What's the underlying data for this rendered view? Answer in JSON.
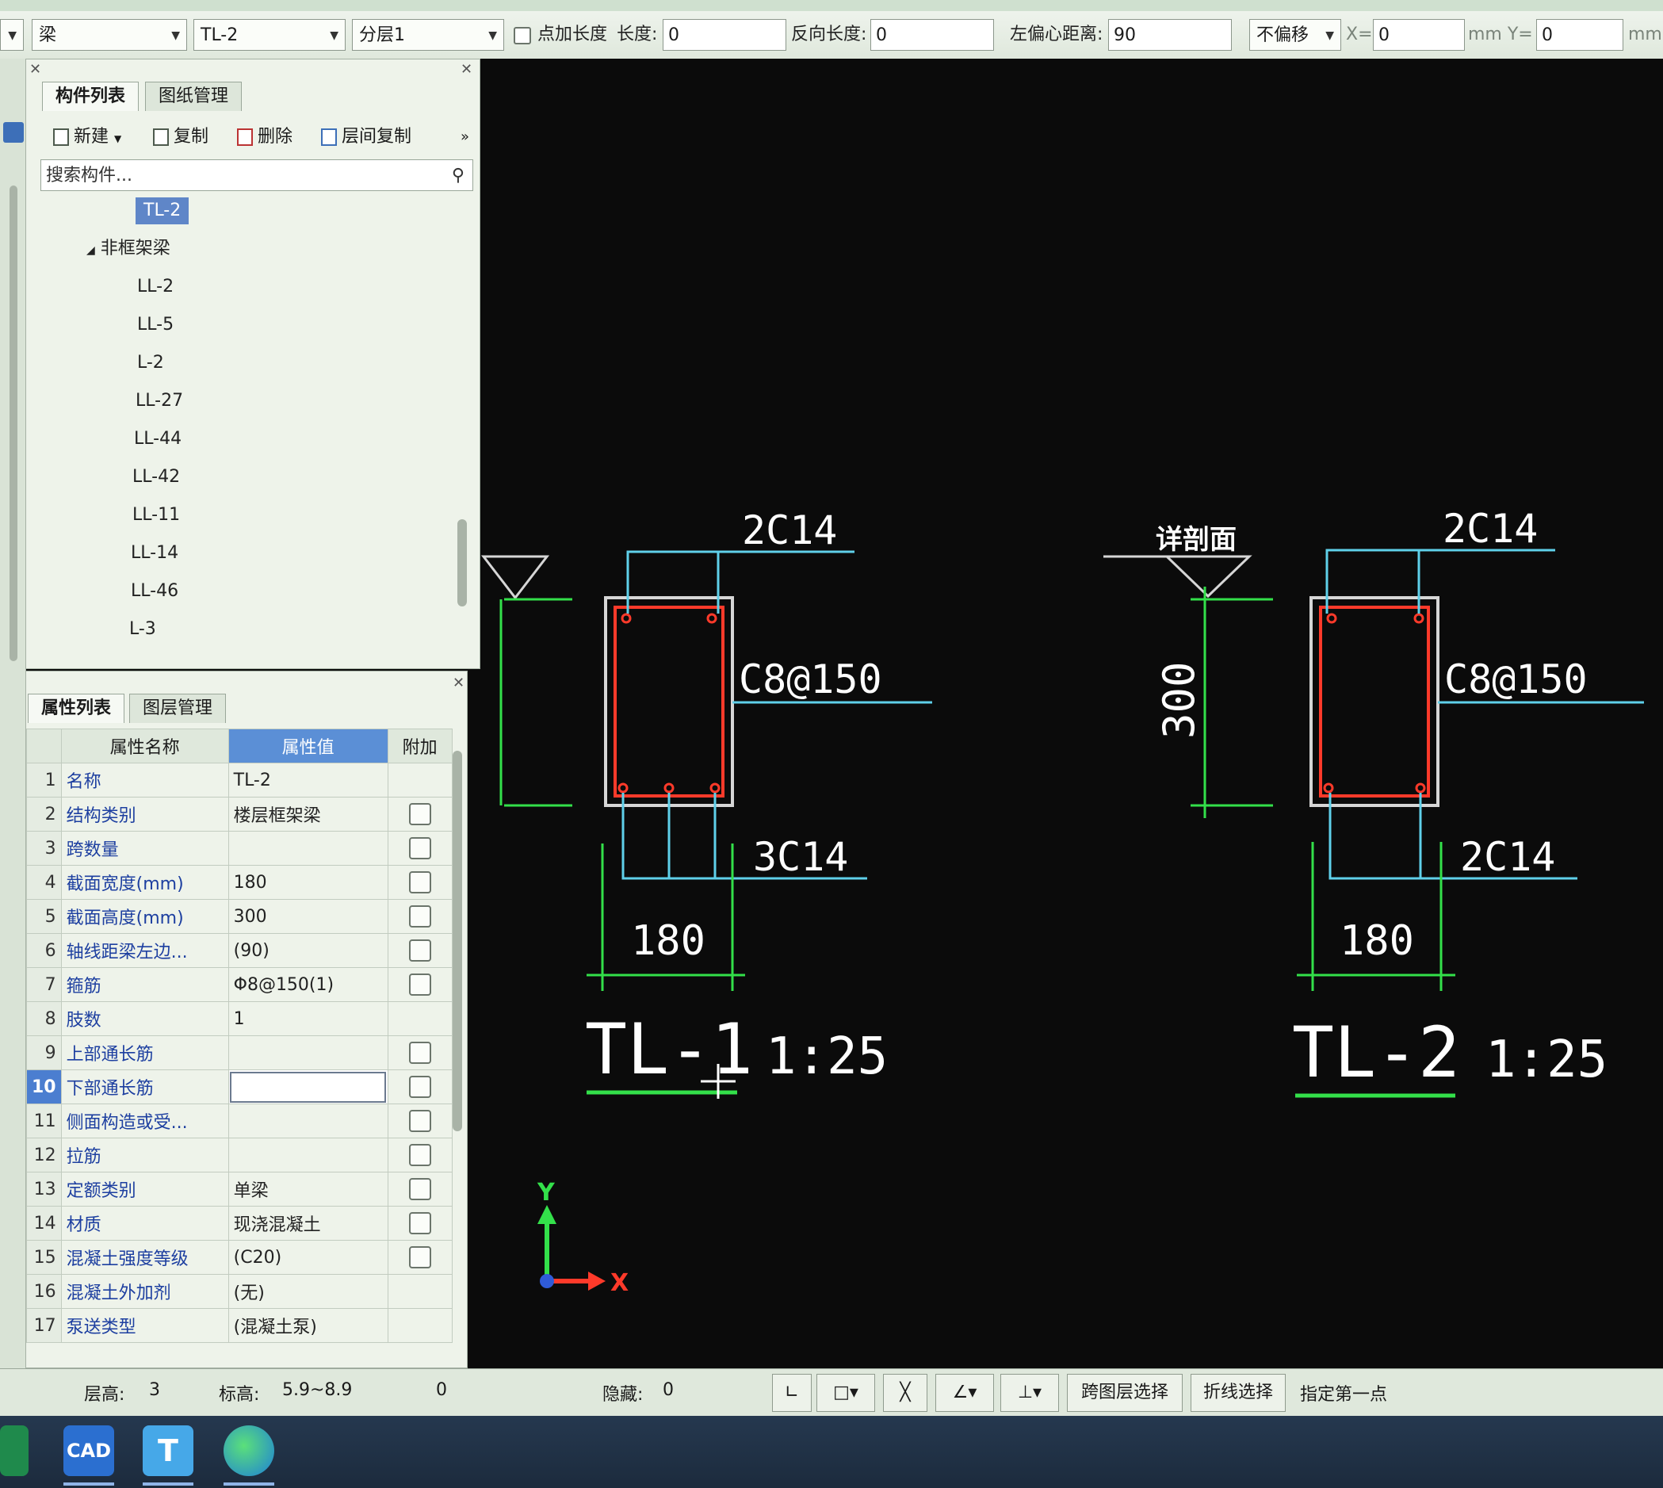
{
  "toolbar": {
    "type_combo": "梁",
    "member_combo": "TL-2",
    "layer_combo": "分层1",
    "extra_length_label": "点加长度",
    "length_label": "长度:",
    "length_value": "0",
    "reverse_length_label": "反向长度:",
    "reverse_length_value": "0",
    "offset_distance_label": "左偏心距离:",
    "offset_distance_value": "90",
    "offset_combo": "不偏移",
    "x_label": "X=",
    "x_value": "0",
    "mm_y_label": "mm Y=",
    "y_value": "0",
    "mm_label": "mm"
  },
  "component_panel": {
    "tabs": [
      "构件列表",
      "图纸管理"
    ],
    "actions": {
      "new": "新建",
      "copy": "复制",
      "delete": "删除",
      "layer_copy": "层间复制"
    },
    "search_placeholder": "搜索构件...",
    "selected_item": "TL-2",
    "group_label": "非框架梁",
    "items": [
      "LL-2",
      "LL-5",
      "L-2",
      "LL-27",
      "LL-44",
      "LL-42",
      "LL-11",
      "LL-14",
      "LL-46",
      "L-3"
    ]
  },
  "property_panel": {
    "tabs": [
      "属性列表",
      "图层管理"
    ],
    "columns": {
      "name": "属性名称",
      "value": "属性值",
      "extra": "附加"
    },
    "rows": [
      {
        "no": "1",
        "name": "名称",
        "value": "TL-2",
        "check": false
      },
      {
        "no": "2",
        "name": "结构类别",
        "value": "楼层框架梁",
        "check": true
      },
      {
        "no": "3",
        "name": "跨数量",
        "value": "",
        "check": true
      },
      {
        "no": "4",
        "name": "截面宽度(mm)",
        "value": "180",
        "check": true
      },
      {
        "no": "5",
        "name": "截面高度(mm)",
        "value": "300",
        "check": true
      },
      {
        "no": "6",
        "name": "轴线距梁左边...",
        "value": "(90)",
        "check": true
      },
      {
        "no": "7",
        "name": "箍筋",
        "value": "Φ8@150(1)",
        "check": true
      },
      {
        "no": "8",
        "name": "肢数",
        "value": "1",
        "check": false
      },
      {
        "no": "9",
        "name": "上部通长筋",
        "value": "",
        "check": true
      },
      {
        "no": "10",
        "name": "下部通长筋",
        "value": "",
        "check": true
      },
      {
        "no": "11",
        "name": "侧面构造或受...",
        "value": "",
        "check": true
      },
      {
        "no": "12",
        "name": "拉筋",
        "value": "",
        "check": true
      },
      {
        "no": "13",
        "name": "定额类别",
        "value": "单梁",
        "check": true
      },
      {
        "no": "14",
        "name": "材质",
        "value": "现浇混凝土",
        "check": true
      },
      {
        "no": "15",
        "name": "混凝土强度等级",
        "value": "(C20)",
        "check": true
      },
      {
        "no": "16",
        "name": "混凝土外加剂",
        "value": "(无)",
        "check": false
      },
      {
        "no": "17",
        "name": "泵送类型",
        "value": "(混凝土泵)",
        "check": false
      }
    ]
  },
  "drawing": {
    "tl1": {
      "top_bars": "2C14",
      "stirrup": "C8@150",
      "bottom_bars": "3C14",
      "width": "180",
      "title": "TL-1",
      "scale": "1:25"
    },
    "tl2": {
      "section_mark": "详剖面",
      "top_bars": "2C14",
      "stirrup": "C8@150",
      "bottom_bars": "2C14",
      "width": "180",
      "height": "300",
      "title": "TL-2",
      "scale": "1:25"
    },
    "axis_x": "X",
    "axis_y": "Y",
    "colors": {
      "dim": "#33e04a",
      "leader": "#5fd0ea",
      "rebar": "#ff3a2a",
      "outline": "#d6d6d6",
      "text": "#ffffff"
    }
  },
  "status": {
    "floor_height_label": "层高:",
    "floor_height_value": "3",
    "elevation_label": "标高:",
    "elevation_value": "5.9~8.9",
    "count_value": "0",
    "hidden_label": "隐藏:",
    "hidden_value": "0",
    "cross_layer_btn": "跨图层选择",
    "polyline_btn": "折线选择",
    "prompt": "指定第一点"
  },
  "taskbar": {
    "cad_label": "CAD",
    "t_label": "T"
  }
}
